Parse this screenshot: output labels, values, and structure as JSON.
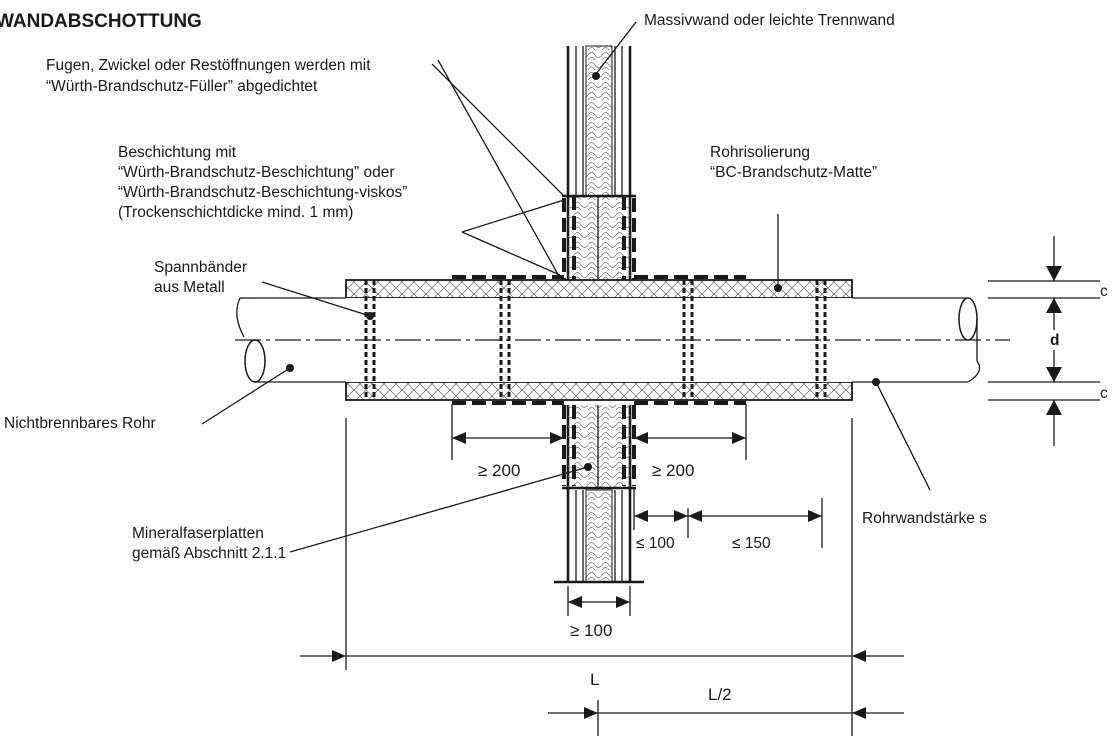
{
  "diagram": {
    "title": "WANDABSCHOTTUNG",
    "labels": {
      "wall_type": "Massivwand oder leichte Trennwand",
      "joints_line1": "Fugen, Zwickel oder Restöffnungen werden mit",
      "joints_line2": "“Würth-Brandschutz-Füller” abgedichtet",
      "coating_line1": "Beschichtung mit",
      "coating_line2": "“Würth-Brandschutz-Beschichtung” oder",
      "coating_line3": "“Würth-Brandschutz-Beschichtung-viskos”",
      "coating_line4": "(Trockenschichtdicke mind. 1 mm)",
      "insulation_line1": "Rohrisolierung",
      "insulation_line2": "“BC-Brandschutz-Matte”",
      "straps_line1": "Spannbänder",
      "straps_line2": "aus Metall",
      "pipe": "Nichtbrennbares Rohr",
      "wall_thickness": "Rohrwandstärke s",
      "mineral_line1": "Mineralfaserplatten",
      "mineral_line2": "gemäß Abschnitt 2.1.1"
    },
    "dimensions": {
      "left_coating": "≥ 200",
      "right_coating": "≥ 200",
      "max_100": "≤ 100",
      "max_150": "≤ 150",
      "min_100": "≥ 100",
      "length": "L",
      "half_length": "L/2",
      "c_top": "c",
      "d": "d",
      "c_bottom": "c"
    }
  }
}
